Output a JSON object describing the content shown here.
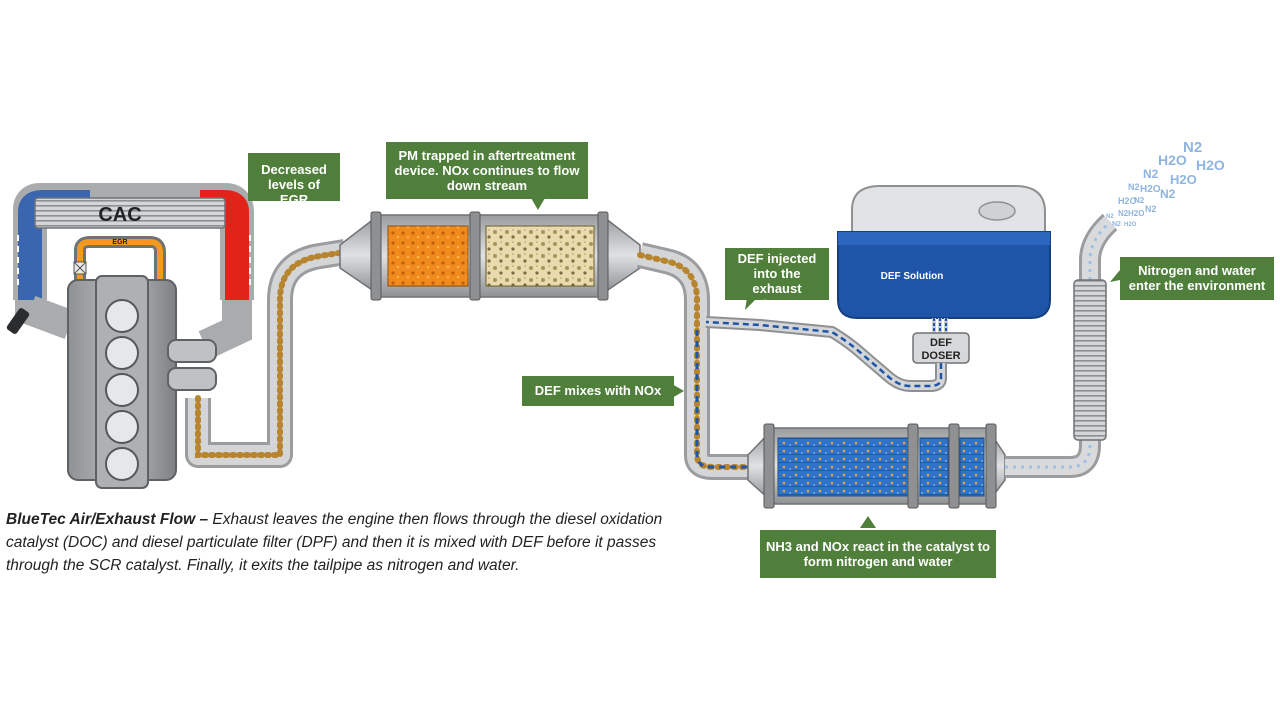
{
  "labels": {
    "cac": "CAC",
    "egr": "EGR",
    "def_solution": "DEF Solution",
    "def_doser_line1": "DEF",
    "def_doser_line2": "DOSER"
  },
  "callouts": {
    "egr": "Decreased levels of EGR",
    "pm": "PM trapped in aftertreatment device. NOx continues to flow down stream",
    "def_injected": "DEF injected into the exhaust stream",
    "def_mixes": "DEF mixes with NOx",
    "environment": "Nitrogen and water enter the environment",
    "nh3": "NH3 and NOx react in the catalyst to form nitrogen and water"
  },
  "caption": {
    "bold": "BlueTec Air/Exhaust Flow –",
    "text": " Exhaust leaves the engine then flows through the diesel oxidation catalyst (DOC) and diesel particulate filter (DPF) and then it is mixed with DEF before it passes through the SCR catalyst. Finally, it exits the tailpipe as nitrogen and water."
  },
  "molecules": [
    "N2",
    "H2O",
    "H2O",
    "N2",
    "H2O",
    "N2",
    "H2O",
    "N2",
    "N2",
    "H2O",
    "N2",
    "H2O",
    "N2",
    "N2",
    "H2O",
    "N2"
  ],
  "colors": {
    "callout_green": "#4f7f3a",
    "def_blue": "#1f55a8",
    "hot_red": "#e2231a",
    "cool_blue": "#3a66b0",
    "egr_orange": "#f29a1f",
    "pipe_gray": "#c4c6c8"
  }
}
